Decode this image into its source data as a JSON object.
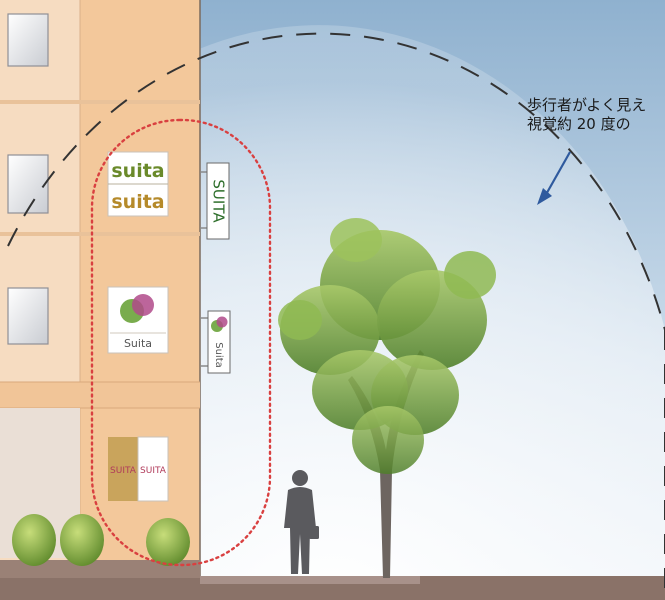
{
  "annotation": {
    "line1": "歩行者がよく見え",
    "line2": "視覚約 20 度の"
  },
  "signs": {
    "upper_top": "suita",
    "upper_bottom": "suita",
    "vertical": "SUITA",
    "logo_caption": "Suita",
    "small_logo_caption": "Suita",
    "lower_left": "SUITA",
    "lower_right": "SUITA"
  },
  "colors": {
    "sky_top": "#8fb1cf",
    "sky_bottom": "#ffffff",
    "building_light": "#f6dcc1",
    "building_accent": "#f3c89b",
    "dotted_outline": "#d94040",
    "vision_arc": "#333333",
    "sign_green": "#6a8a2a",
    "sign_pink": "#b04a6e",
    "ground": "#8a7268"
  },
  "icons": [
    "arrow-icon",
    "tree-icon",
    "person-icon",
    "bush-icon",
    "window-icon",
    "logo-icon"
  ]
}
